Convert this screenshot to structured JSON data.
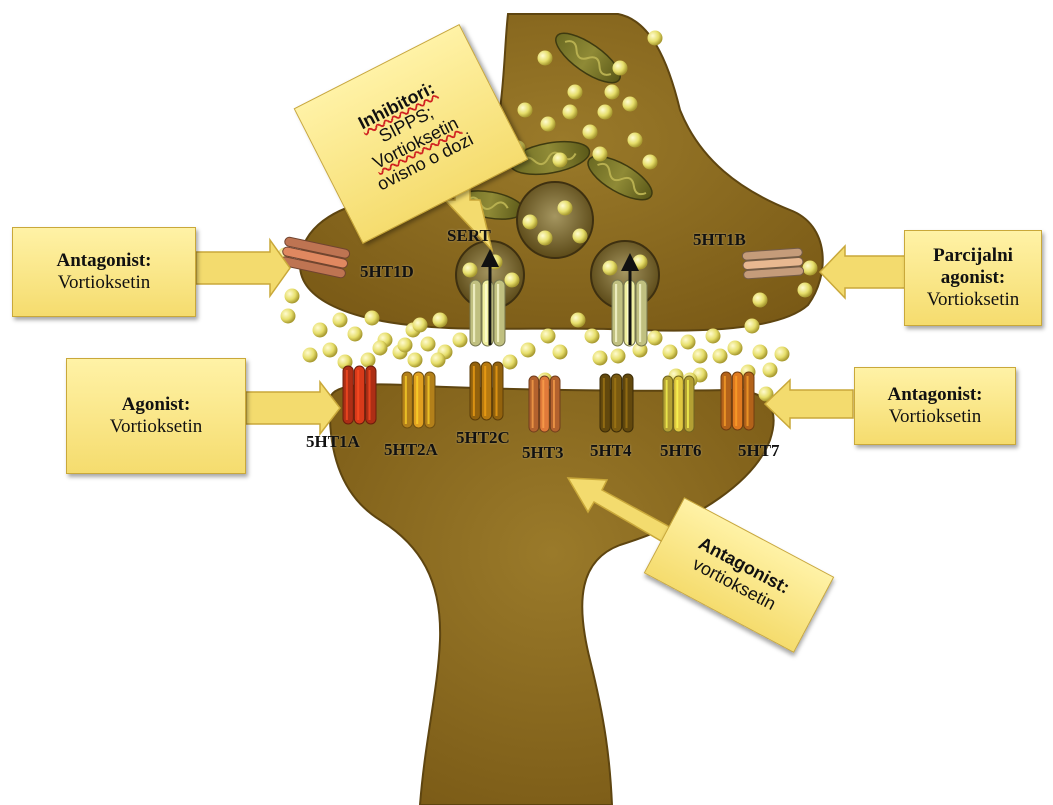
{
  "colors": {
    "neuron": "#8a6a1e",
    "neuron_dark": "#5e4510",
    "callout": "#f5dc6e",
    "vesicle_dot": "#e8e070",
    "rec_5HT1A": "#d83a1a",
    "rec_5HT2A": "#e0a020",
    "rec_5HT2C": "#b87a10",
    "rec_5HT3": "#e07a3a",
    "rec_5HT4": "#7a5a10",
    "rec_5HT6": "#e0c840",
    "rec_5HT7": "#e07a20",
    "rec_5HT1D": "#e08860",
    "rec_5HT1B": "#e8b890",
    "rec_SERT": "#f0f0a0"
  },
  "receptors": {
    "r1a": "5HT1A",
    "r2a": "5HT2A",
    "r2c": "5HT2C",
    "r3": "5HT3",
    "r4": "5HT4",
    "r6": "5HT6",
    "r7": "5HT7",
    "r1d": "5HT1D",
    "r1b": "5HT1B",
    "sert": "SERT"
  },
  "callouts": {
    "inhibitori": {
      "head": "Inhibitori:",
      "lines": [
        "SIPPS;",
        "Vortioksetin",
        "ovisno o dozi"
      ]
    },
    "antagonist_1d": {
      "head": "Antagonist:",
      "value": "Vortioksetin"
    },
    "agonist_1a": {
      "head": "Agonist:",
      "value": "Vortioksetin"
    },
    "partial_1b": {
      "head_line1": "Parcijalni",
      "head_line2": "agonist:",
      "value": "Vortioksetin"
    },
    "antagonist_7": {
      "head": "Antagonist:",
      "value": "Vortioksetin"
    },
    "antagonist_3": {
      "head": "Antagonist:",
      "value": "vortioksetin"
    }
  }
}
